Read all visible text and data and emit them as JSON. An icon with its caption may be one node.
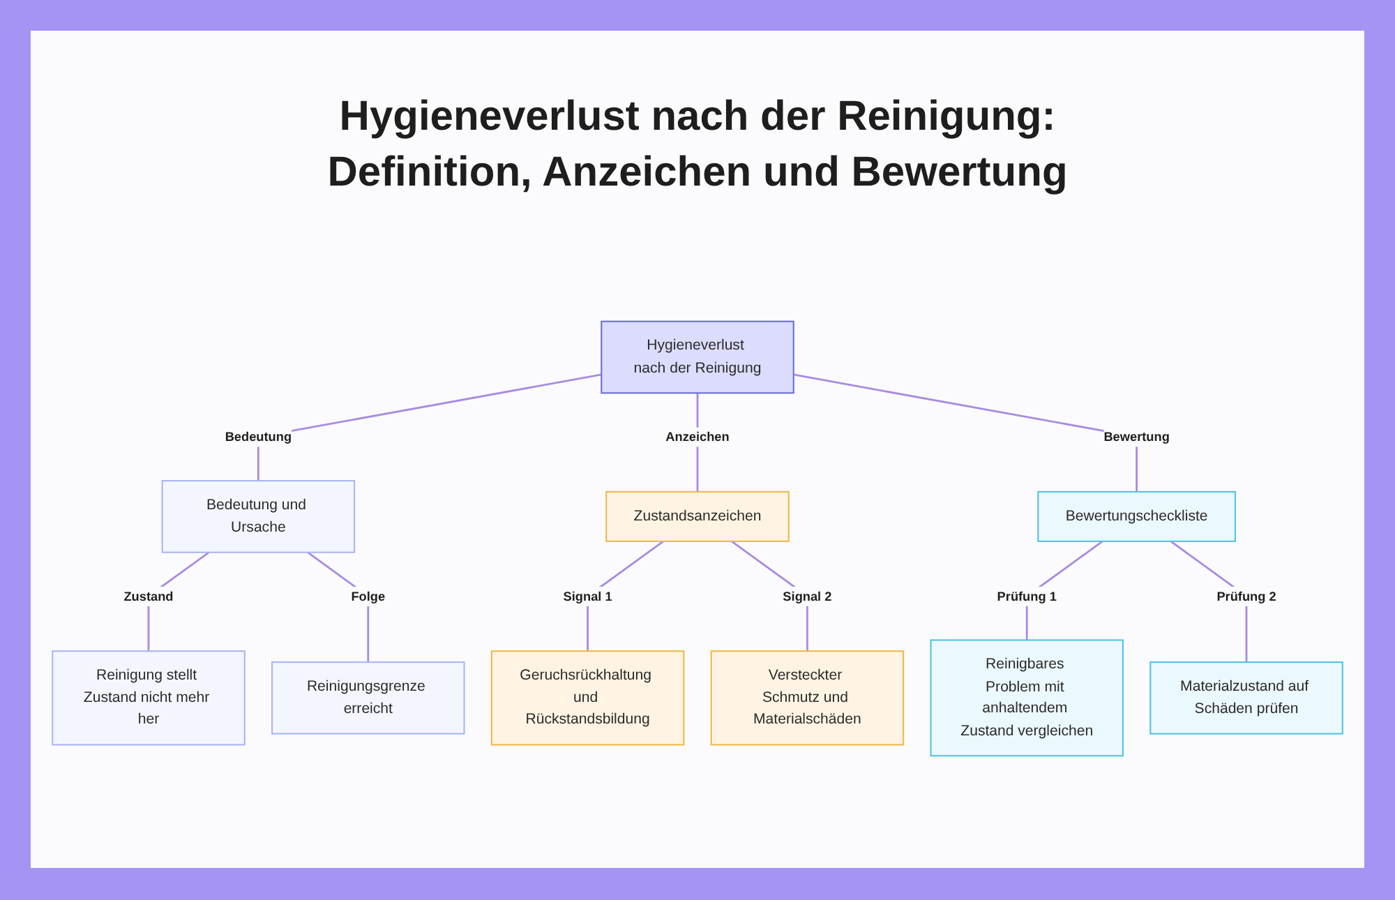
{
  "diagram": {
    "title": "Hygieneverlust nach der Reinigung: Definition, Anzeichen und Bewertung",
    "nodes": [
      {
        "text": [
          "Hygieneverlust nach der Reinigung"
        ]
      },
      {
        "text": [
          "Bedeutung und Ursache"
        ]
      },
      {
        "text": [
          "Zustandsanzeichen"
        ]
      },
      {
        "text": [
          "Bewertungscheckliste"
        ]
      },
      {
        "text": [
          "Reinigung stellt Zustand nicht mehr her"
        ]
      },
      {
        "text": [
          "Reinigungsgrenze erreicht"
        ]
      },
      {
        "text": [
          "Geruchsrückhaltung und Rückstandsbildung"
        ]
      },
      {
        "text": [
          "Versteckter Schmutz und Materialschäden"
        ]
      },
      {
        "text": [
          "Reinigbares Problem mit anhaltendem Zustand vergleichen"
        ]
      },
      {
        "text": [
          "Materialzustand auf Schäden prüfen"
        ]
      }
    ],
    "edges": [
      {
        "from": 0,
        "to": 1,
        "arrow": "none",
        "label": "Bedeutung"
      },
      {
        "from": 0,
        "to": 2,
        "arrow": "none",
        "label": "Anzeichen"
      },
      {
        "from": 0,
        "to": 3,
        "arrow": "none",
        "label": "Bewertung"
      },
      {
        "from": 1,
        "to": 4,
        "arrow": "none",
        "label": "Zustand"
      },
      {
        "from": 1,
        "to": 5,
        "arrow": "none",
        "label": "Folge"
      },
      {
        "from": 2,
        "to": 6,
        "arrow": "none",
        "label": "Signal 1"
      },
      {
        "from": 2,
        "to": 7,
        "arrow": "none",
        "label": "Signal 2"
      },
      {
        "from": 3,
        "to": 8,
        "arrow": "none",
        "label": "Prüfung 1"
      },
      {
        "from": 3,
        "to": 9,
        "arrow": "none",
        "label": "Prüfung 2"
      }
    ]
  }
}
